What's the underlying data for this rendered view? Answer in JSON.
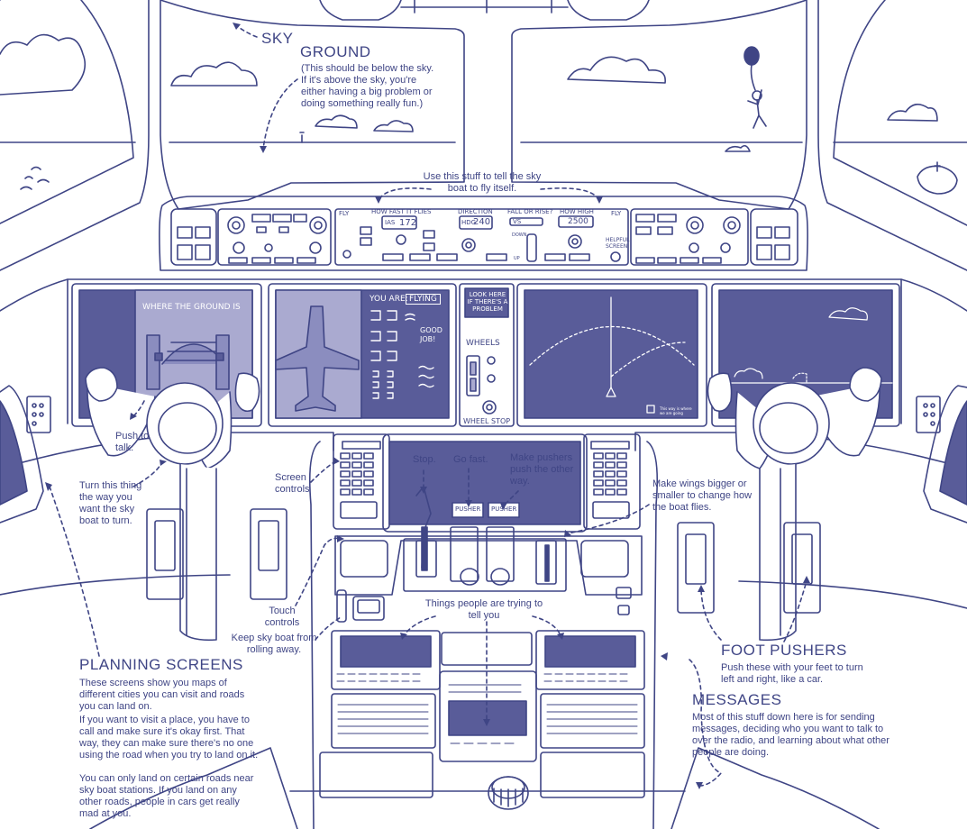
{
  "sky": {
    "title": "SKY"
  },
  "ground": {
    "title": "GROUND",
    "text": "(This should be below the sky. If it's above the sky, you're either having a big problem or doing something really fun.)"
  },
  "autopilot": {
    "text": "Use this stuff to tell the sky boat to fly itself."
  },
  "panel": {
    "fly_left": "FLY",
    "how_fast": "HOW FAST IT FLIES",
    "ias_label": "IAS",
    "ias_value": "172",
    "direction": "DIRECTION",
    "hdg_label": "HDG",
    "hdg_value": "240",
    "fall_or_rise": "FALL OR RISE?",
    "vs_label": "VS",
    "how_high": "HOW HIGH",
    "alt_value": "2500",
    "fly_right": "FLY",
    "helpful_screen": "HELPFUL SCREEN",
    "down": "DOWN",
    "up": "UP"
  },
  "screens": {
    "ground_screen": "WHERE THE GROUND IS",
    "you_are": "YOU ARE:",
    "flying": "FLYING",
    "good_job": "GOOD JOB!",
    "look_here": "LOOK HERE IF THERE'S A PROBLEM",
    "wheels": "WHEELS",
    "wheel_stop": "WHEEL STOP",
    "map_note": "This way is where we are going"
  },
  "labels": {
    "push_to_talk": "Push to talk.",
    "turn": "Turn this thing the way you want the sky boat to turn.",
    "screen_controls": "Screen controls",
    "stop": "Stop.",
    "go_fast": "Go fast.",
    "make_pushers": "Make pushers push the other way.",
    "pusher_1": "PUSHER",
    "pusher_2": "PUSHER",
    "wings": "Make wings bigger or smaller to change how the boat flies.",
    "touch_controls": "Touch controls",
    "keep": "Keep sky boat from rolling away.",
    "things": "Things people are trying to tell you"
  },
  "planning": {
    "title": "PLANNING SCREENS",
    "p1": "These screens show you maps of different cities you can visit and roads you can land on.",
    "p2": "If you want to visit a place, you have to call and make sure it's okay first. That way, they can make sure there's no one using the road when you try to land on it.",
    "p3": "You can only land on certain roads near sky boat stations. If you land on any other roads, people in cars get really mad at you."
  },
  "foot": {
    "title": "FOOT PUSHERS",
    "text": "Push these with your feet to turn left and right, like a car."
  },
  "messages": {
    "title": "MESSAGES",
    "text": "Most of this stuff down here is for sending messages, deciding who you want to talk to over the radio, and learning about what other people are doing."
  },
  "colors": {
    "ink": "#3f4585",
    "screen": "#595c99",
    "screen_light": "#aaaad0",
    "paper": "#ffffff"
  }
}
